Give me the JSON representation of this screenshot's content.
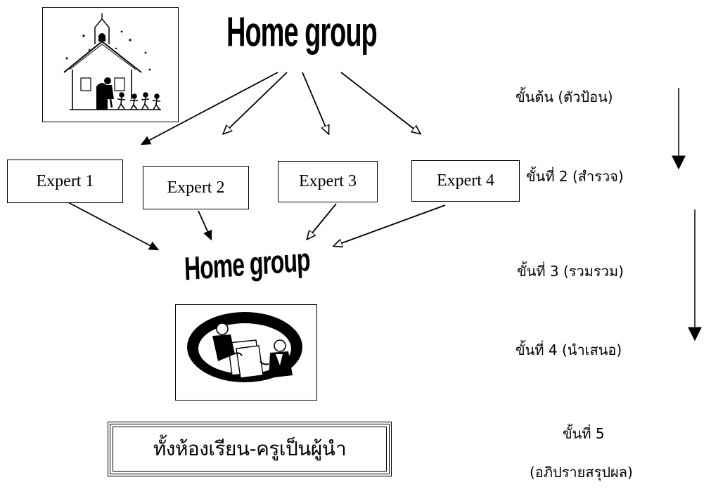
{
  "diagram": {
    "top_heading": "Home group",
    "bottom_heading": "Home group",
    "experts": [
      {
        "label": "Expert 1"
      },
      {
        "label": "Expert 2"
      },
      {
        "label": "Expert 3"
      },
      {
        "label": "Expert 4"
      }
    ],
    "summary_label": "ทั้งห้องเรียน-ครูเป็นผู้นำ",
    "images": {
      "top": "school-building-with-children-illustration",
      "bottom": "group-meeting-around-table-illustration"
    }
  },
  "steps": [
    {
      "label": "ขั้นต้น (ตัวป้อน)"
    },
    {
      "label": "ขั้นที่ 2 (สำรวจ)"
    },
    {
      "label": "ขั้นที่ 3 (รวมรวม)"
    },
    {
      "label": "ขั้นที่ 4 (นำเสนอ)"
    },
    {
      "label_line1": "ขั้นที่ 5",
      "label_line2": "(อภิปรายสรุปผล)"
    }
  ],
  "colors": {
    "line": "#000000",
    "background": "#ffffff"
  }
}
